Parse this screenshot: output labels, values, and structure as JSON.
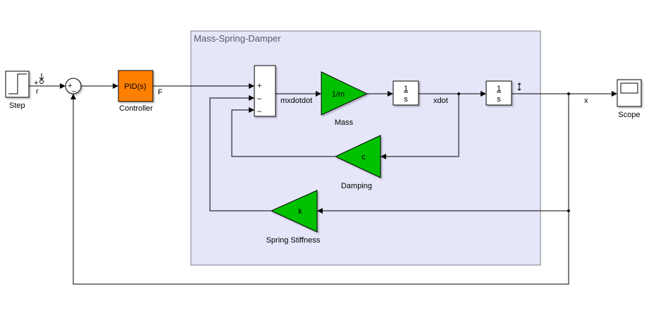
{
  "subsystem": {
    "title": "Mass-Spring-Damper",
    "fill": "#e6e6fa"
  },
  "blocks": {
    "step": {
      "name": "Step"
    },
    "sum_outer": {
      "signs": [
        "+",
        "_"
      ]
    },
    "controller": {
      "name": "Controller",
      "text": "PID(s)",
      "fill": "#ff8000"
    },
    "sum_inner": {
      "signs": [
        "+",
        "–",
        "–"
      ]
    },
    "mass": {
      "name": "Mass",
      "text": "1/m",
      "fill": "#00c000"
    },
    "integrator1": {
      "num": "1",
      "den": "s"
    },
    "integrator2": {
      "num": "1",
      "den": "s"
    },
    "damping": {
      "name": "Damping",
      "text": "c"
    },
    "spring": {
      "name": "Spring Stiffness",
      "text": "k"
    },
    "scope": {
      "name": "Scope"
    }
  },
  "signals": {
    "r": "r",
    "r_port": "+",
    "F": "F",
    "mxdotdot": "mxdotdot",
    "xdot": "xdot",
    "x": "x"
  }
}
